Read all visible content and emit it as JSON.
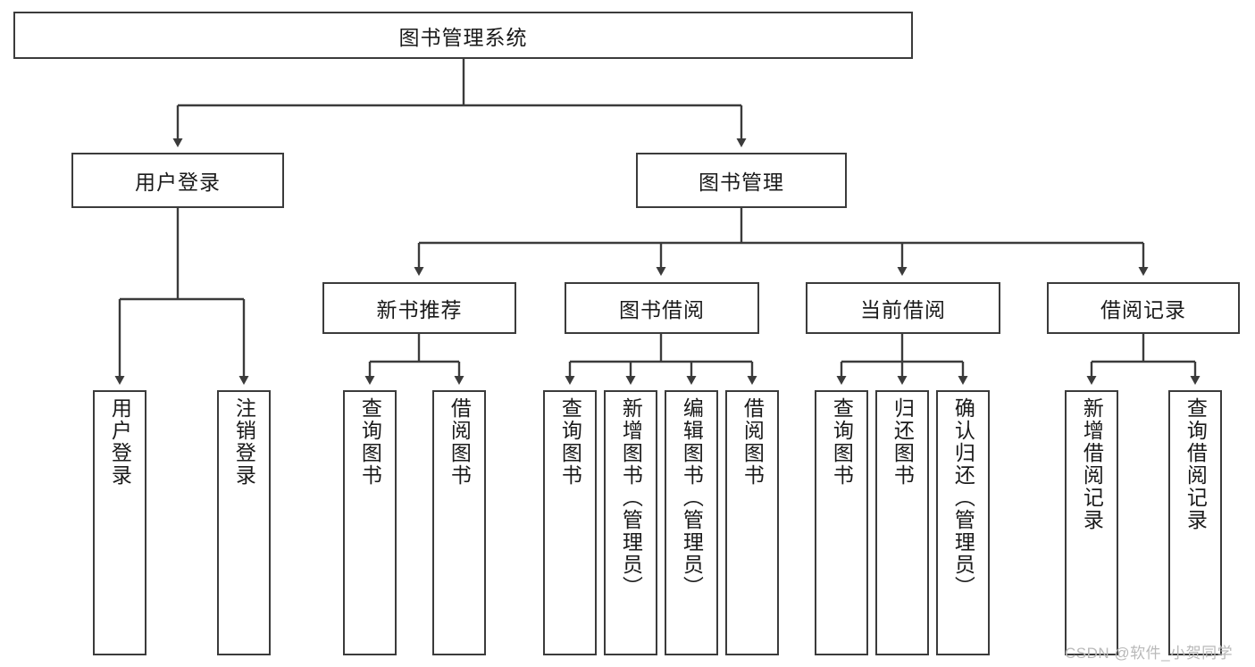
{
  "diagram": {
    "title": "图书管理系统",
    "type": "tree-hierarchy-diagram",
    "root": {
      "label": "图书管理系统"
    },
    "level2": [
      {
        "label": "用户登录"
      },
      {
        "label": "图书管理"
      }
    ],
    "level3": [
      {
        "label": "新书推荐"
      },
      {
        "label": "图书借阅"
      },
      {
        "label": "当前借阅"
      },
      {
        "label": "借阅记录"
      }
    ],
    "leaves": {
      "user_login": [
        {
          "label": "用户登录"
        },
        {
          "label": "注销登录"
        }
      ],
      "new_book_recommend": [
        {
          "label": "查询图书"
        },
        {
          "label": "借阅图书"
        }
      ],
      "book_borrow": [
        {
          "label": "查询图书"
        },
        {
          "label": "新增图书（管理员）"
        },
        {
          "label": "编辑图书（管理员）"
        },
        {
          "label": "借阅图书"
        }
      ],
      "current_borrow": [
        {
          "label": "查询图书"
        },
        {
          "label": "归还图书"
        },
        {
          "label": "确认归还（管理员）"
        }
      ],
      "borrow_record": [
        {
          "label": "新增借阅记录"
        },
        {
          "label": "查询借阅记录"
        }
      ]
    }
  },
  "watermark": {
    "text": "CSDN @软件_小贺同学"
  },
  "colors": {
    "stroke": "#3b3b3b",
    "fill": "#ffffff",
    "text": "#1a1a1a",
    "watermark": "#b9b9b9"
  }
}
